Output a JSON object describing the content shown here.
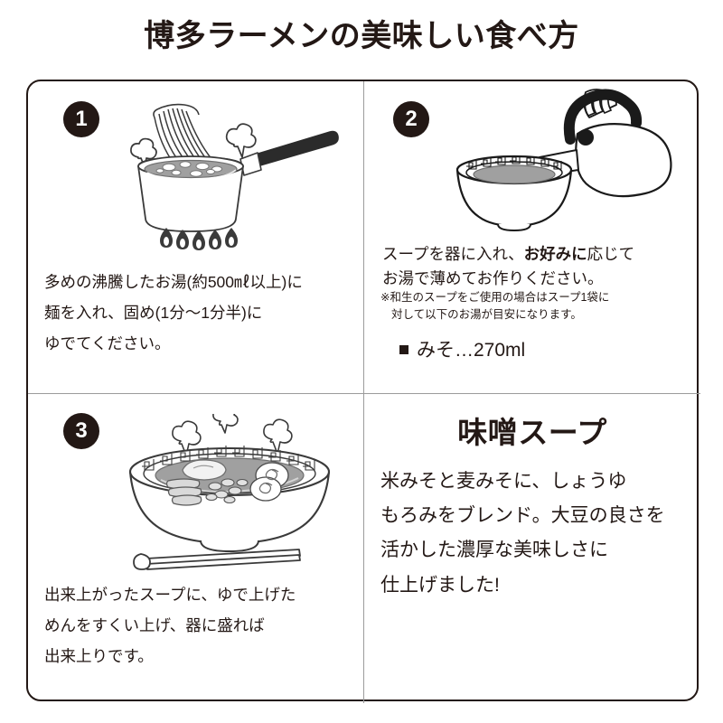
{
  "title": "博多ラーメンの美味しい食べ方",
  "colors": {
    "ink": "#231815",
    "frame_border": "#231815",
    "divider": "#9b9b9b",
    "badge_bg": "#231815",
    "badge_text": "#ffffff",
    "background": "#ffffff",
    "illustration_fill": "#a0a0a0"
  },
  "steps": [
    {
      "number": "1",
      "illustration": "pot-boiling-noodles-icon",
      "lines": [
        "多めの沸騰したお湯(約500㎖以上)に",
        "麺を入れ、固め(1分〜1分半)に",
        "ゆでてください。"
      ]
    },
    {
      "number": "2",
      "illustration": "kettle-pouring-bowl-icon",
      "lines_rich": [
        {
          "pre": "スープを器に入れ、",
          "bold": "お好みに",
          "post": "応じて"
        },
        {
          "pre": "お湯で薄めてお作りください。",
          "bold": "",
          "post": ""
        }
      ],
      "note": [
        "※和生のスープをご使用の場合はスープ1袋に",
        "対して以下のお湯が目安になります。"
      ],
      "bullet": {
        "marker": "■",
        "label": "みそ…270ml"
      }
    },
    {
      "number": "3",
      "illustration": "finished-ramen-bowl-icon",
      "lines": [
        "出来上がったスープに、ゆで上げた",
        "めんをすくい上げ、器に盛れば",
        "出来上りです。"
      ]
    }
  ],
  "product": {
    "name": "味噌スープ",
    "description_lines": [
      "米みそと麦みそに、しょうゆ",
      "もろみをブレンド。大豆の良さを",
      "活かした濃厚な美味しさに",
      "仕上げました!"
    ]
  }
}
